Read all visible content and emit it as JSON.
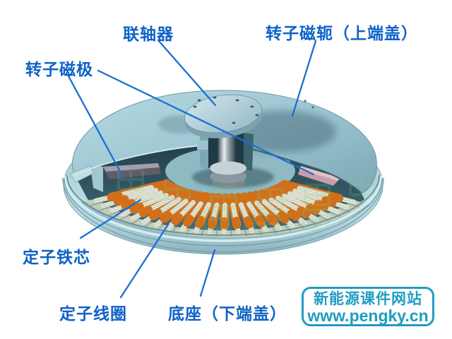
{
  "diagram": {
    "labels": {
      "coupling": "联轴器",
      "rotor_yoke_top_cover": "转子磁轭（上端盖）",
      "rotor_magnetic_pole": "转子磁极",
      "stator_core": "定子铁芯",
      "stator_coil": "定子线圈",
      "base_bottom_cover": "底座（下端盖）"
    }
  },
  "watermark_badge": {
    "site_name": "新能源课件网站",
    "site_url": "www.pengky.cn"
  },
  "colors": {
    "label_text": "#0f62c8",
    "leader_line": "#1a6fd2",
    "badge": "#1f9dc2",
    "cover_light": "#b4d9e2",
    "cover_dark": "#7fa9b8",
    "cavity_dark": "#203e4a",
    "cavity_light": "#47727f",
    "base_light": "#bcdde3",
    "base_dark": "#8cb4bf",
    "coil_orange": "#d0701a",
    "core_light": "#eef2e2",
    "core_hatch": "#a8b2a0",
    "magnet_gray": "#615b68",
    "magnet_pink": "#c79dab",
    "metal_light": "#e6eef1",
    "metal_dark": "#4e5b63",
    "watermark_green": "#86d28c",
    "tick_gray": "#98a29c"
  }
}
